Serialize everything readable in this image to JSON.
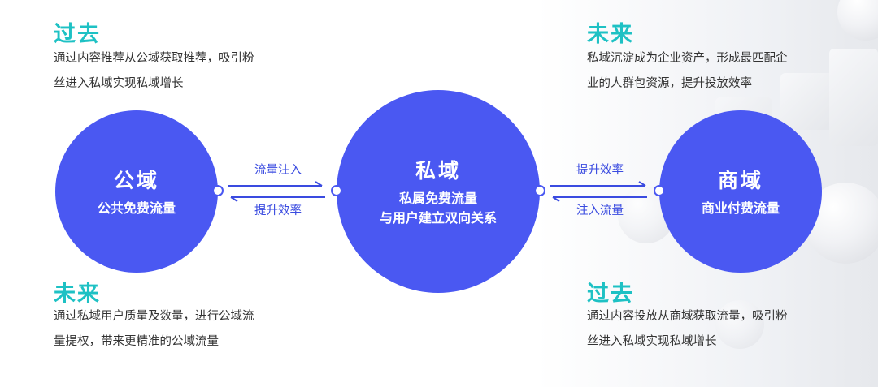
{
  "colors": {
    "heading": "#1ec1c4",
    "circle": "#4a58f2",
    "arrow": "#3a4be0",
    "text": "#333333"
  },
  "left": {
    "top_heading": "过去",
    "top_desc_line1": "通过内容推荐从公域获取推荐，吸引粉",
    "top_desc_line2": "丝进入私域实现私域增长",
    "bottom_heading": "未来",
    "bottom_desc_line1": "通过私域用户质量及数量，进行公域流",
    "bottom_desc_line2": "量提权，带来更精准的公域流量"
  },
  "right": {
    "top_heading": "未来",
    "top_desc_line1": "私域沉淀成为企业资产，形成最匹配企",
    "top_desc_line2": "业的人群包资源，提升投放效率",
    "bottom_heading": "过去",
    "bottom_desc_line1": "通过内容投放从商域获取流量，吸引粉",
    "bottom_desc_line2": "丝进入私域实现私域增长"
  },
  "circles": {
    "public": {
      "title": "公域",
      "sub1": "公共免费流量"
    },
    "private": {
      "title": "私域",
      "sub1": "私属免费流量",
      "sub2": "与用户建立双向关系"
    },
    "commercial": {
      "title": "商域",
      "sub1": "商业付费流量"
    }
  },
  "arrows": {
    "left_top": "流量注入",
    "left_bottom": "提升效率",
    "right_top": "提升效率",
    "right_bottom": "注入流量"
  }
}
